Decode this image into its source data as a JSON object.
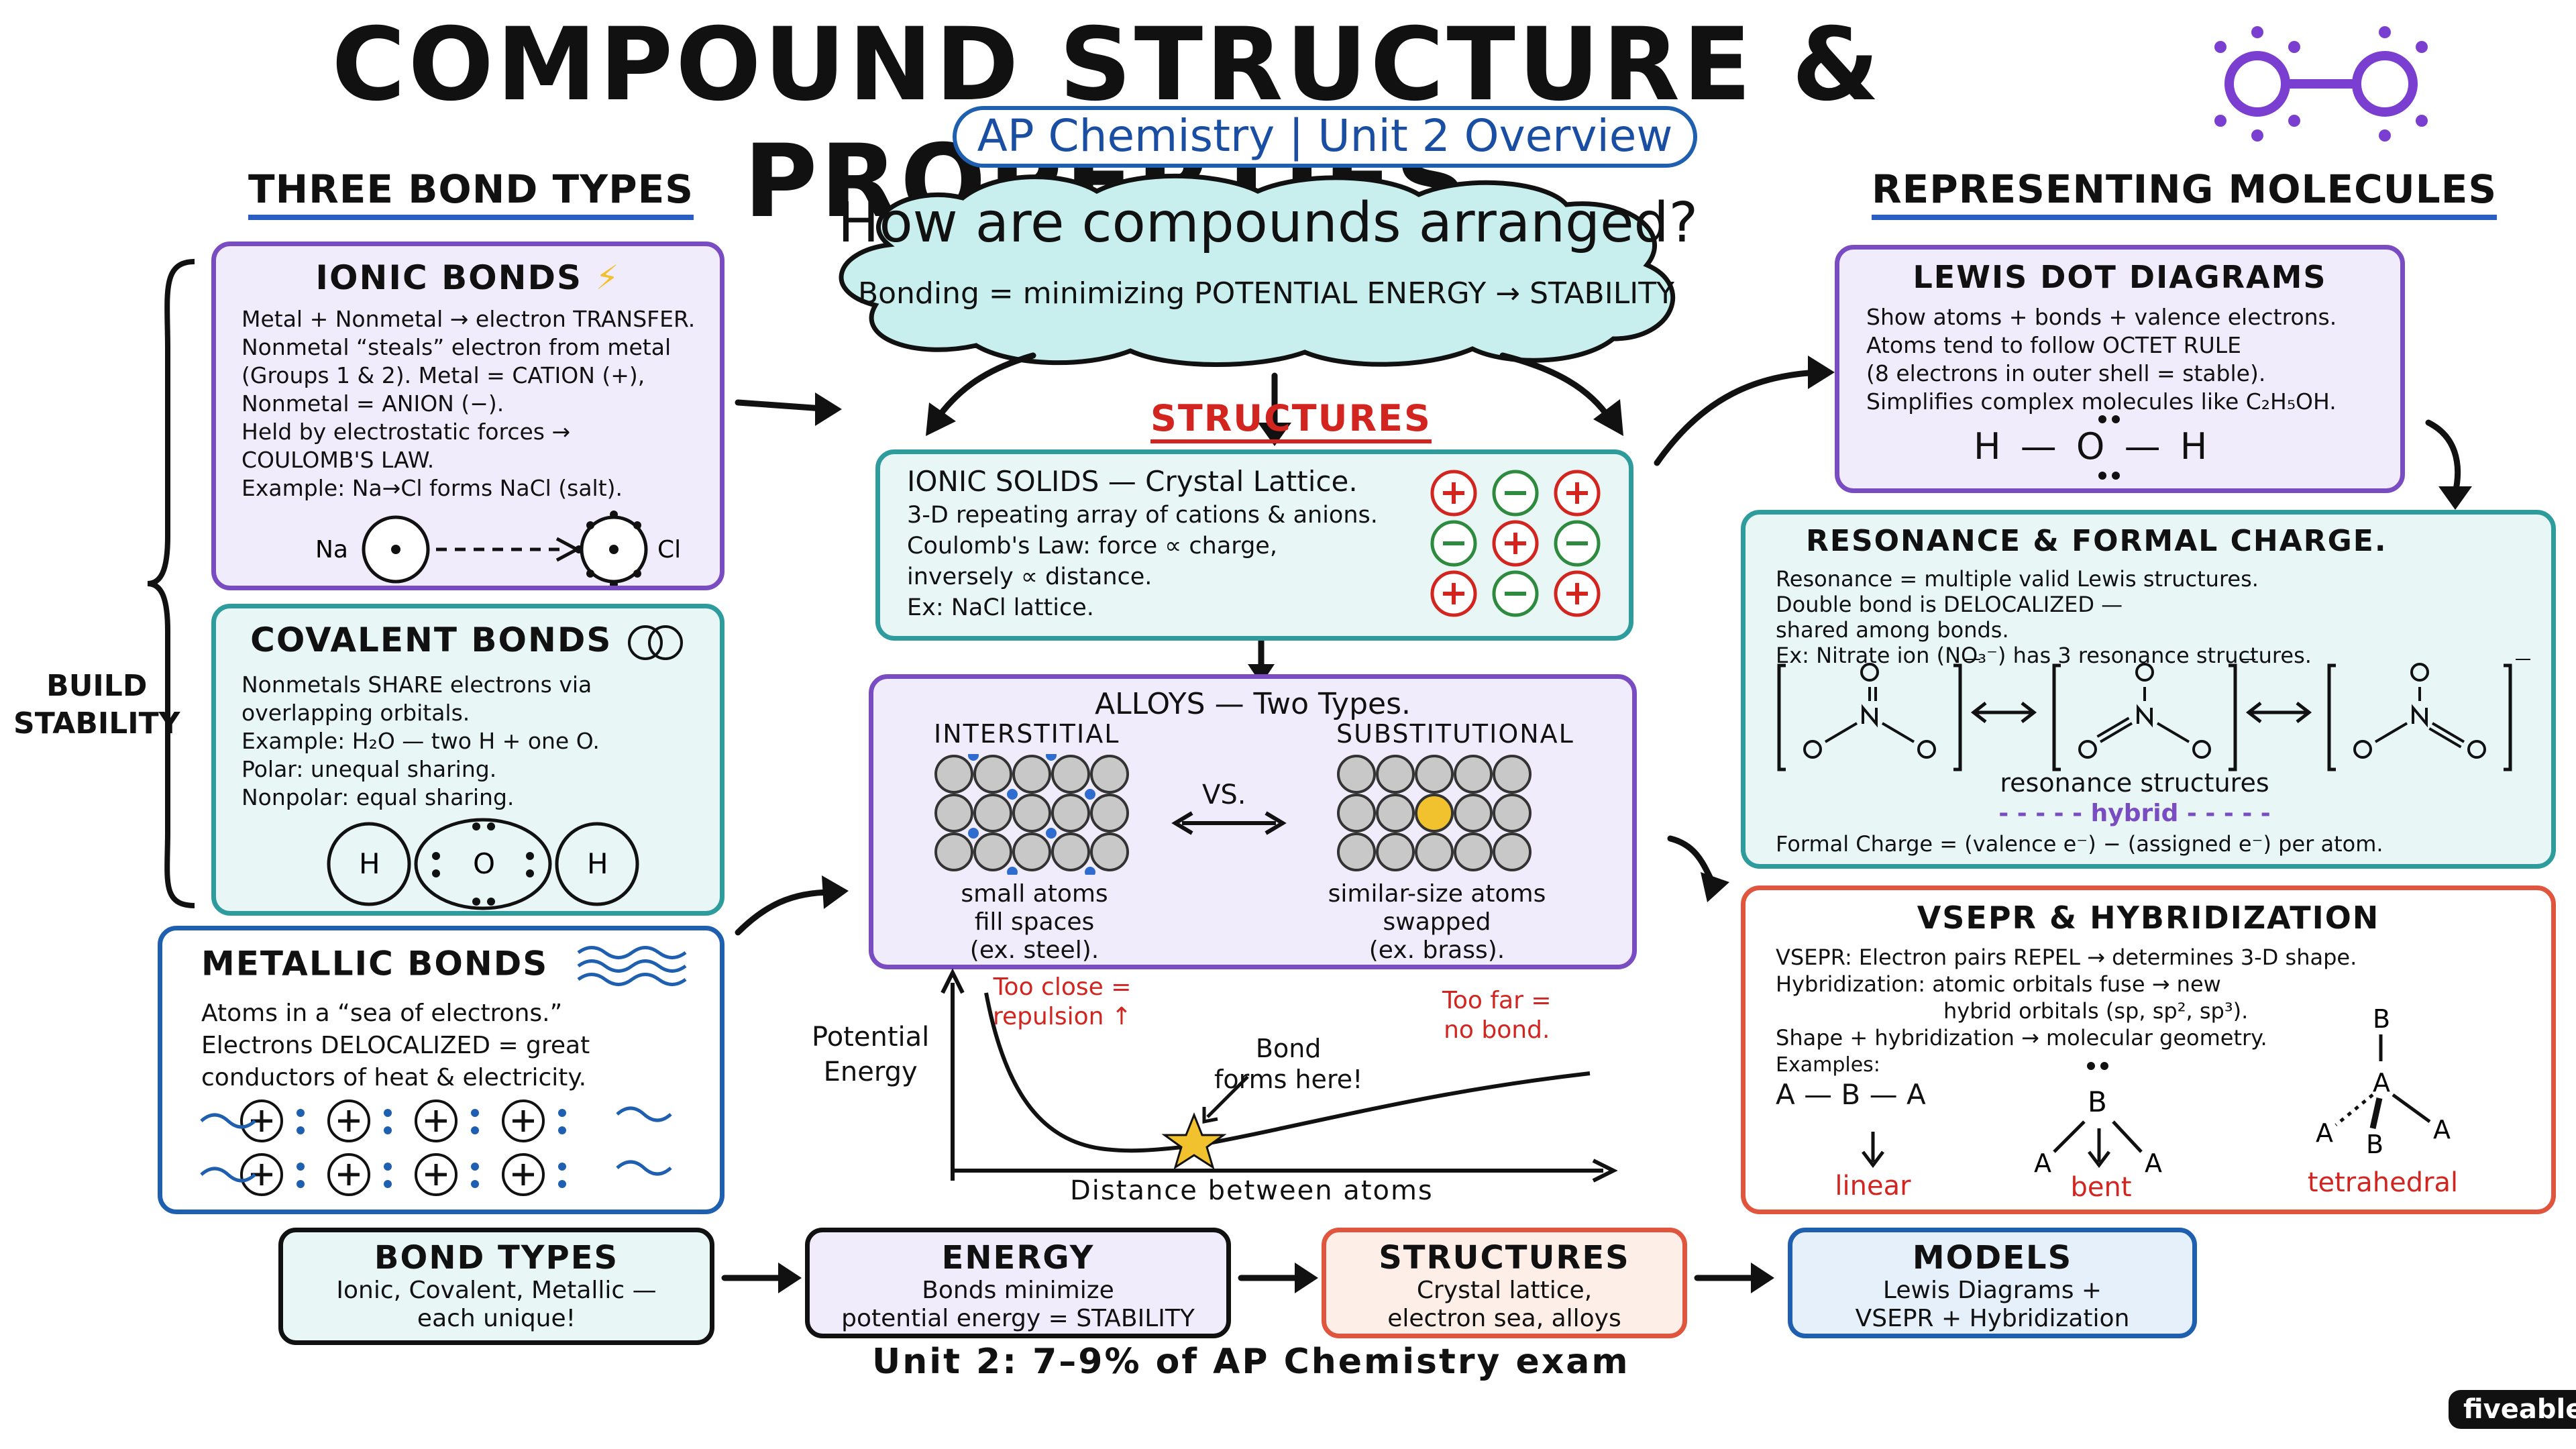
{
  "title": "COMPOUND STRUCTURE & PROPERTIES",
  "subtitle": "AP Chemistry | Unit 2 Overview",
  "left_section": "THREE BOND TYPES",
  "right_section": "REPRESENTING MOLECULES",
  "brace_label": [
    "BUILD",
    "STABILITY"
  ],
  "cloud": {
    "question": "How are compounds arranged?",
    "caption": "Bonding = minimizing POTENTIAL ENERGY → STABILITY."
  },
  "structures_label": "STRUCTURES",
  "ionic": {
    "title": "IONIC BONDS",
    "lines": [
      "Metal + Nonmetal → electron TRANSFER.",
      "Nonmetal “steals” electron from metal",
      "(Groups 1 & 2). Metal = CATION (+),",
      "Nonmetal = ANION (−).",
      "Held by electrostatic forces →",
      "COULOMB'S LAW.",
      "Example: Na→Cl forms NaCl (salt)."
    ],
    "na": "Na",
    "cl": "Cl"
  },
  "covalent": {
    "title": "COVALENT BONDS",
    "lines": [
      "Nonmetals SHARE electrons via",
      "overlapping orbitals.",
      "Example: H₂O — two H + one O.",
      "Polar: unequal sharing.",
      "Nonpolar: equal sharing."
    ],
    "h": "H",
    "o": "O"
  },
  "metallic": {
    "title": "METALLIC BONDS",
    "lines": [
      "Atoms in a “sea of electrons.”",
      "Electrons DELOCALIZED = great",
      "conductors of heat & electricity."
    ]
  },
  "ionic_solids": {
    "title": "IONIC SOLIDS — Crystal Lattice.",
    "lines": [
      "3-D repeating array of cations & anions.",
      "Coulomb's Law: force ∝ charge,",
      "inversely ∝ distance.",
      "Ex: NaCl lattice."
    ],
    "grid": [
      "+",
      "−",
      "+",
      "−",
      "+",
      "−",
      "+",
      "−",
      "+"
    ]
  },
  "alloys": {
    "title": "ALLOYS — Two Types.",
    "interstitial": "INTERSTITIAL",
    "substitutional": "SUBSTITUTIONAL",
    "vs": "VS.",
    "interstitial_caption": [
      "small atoms",
      "fill spaces",
      "(ex. steel)."
    ],
    "substitutional_caption": [
      "similar-size atoms",
      "swapped",
      "(ex. brass)."
    ]
  },
  "energy_graph": {
    "ylabel": [
      "Potential",
      "Energy"
    ],
    "xlabel": "Distance between atoms",
    "too_close": [
      "Too close =",
      "repulsion ↑"
    ],
    "too_far": [
      "Too far =",
      "no bond."
    ],
    "bond_here": [
      "Bond",
      "forms here!"
    ]
  },
  "lewis": {
    "title": "LEWIS DOT DIAGRAMS",
    "lines": [
      "Show atoms + bonds + valence electrons.",
      "Atoms tend to follow OCTET RULE",
      "(8 electrons in outer shell = stable).",
      "Simplifies complex molecules like C₂H₅OH."
    ],
    "formula": "H — O — H"
  },
  "resonance": {
    "title": "RESONANCE & FORMAL CHARGE.",
    "lines": [
      "Resonance = multiple valid Lewis structures.",
      "Double bond is DELOCALIZED —",
      "shared among bonds.",
      "Ex: Nitrate ion (NO₃⁻) has 3 resonance structures."
    ],
    "structures_caption": "resonance structures",
    "hybrid": "hybrid",
    "formal_charge": "Formal Charge = (valence e⁻) − (assigned e⁻) per atom."
  },
  "vsepr": {
    "title": "VSEPR & HYBRIDIZATION",
    "lines": [
      "VSEPR: Electron pairs REPEL → determines 3-D shape.",
      "Hybridization: atomic orbitals fuse → new",
      "hybrid orbitals (sp, sp², sp³).",
      "Shape + hybridization → molecular geometry."
    ],
    "examples_label": "Examples:",
    "linear": "linear",
    "bent": "bent",
    "tetrahedral": "tetrahedral",
    "linear_formula": "A — B — A"
  },
  "flow": [
    {
      "title": "BOND TYPES",
      "lines": [
        "Ionic, Covalent, Metallic —",
        "each unique!"
      ]
    },
    {
      "title": "ENERGY",
      "lines": [
        "Bonds minimize",
        "potential energy = STABILITY"
      ]
    },
    {
      "title": "STRUCTURES",
      "lines": [
        "Crystal lattice,",
        "electron sea, alloys"
      ]
    },
    {
      "title": "MODELS",
      "lines": [
        "Lewis Diagrams +",
        "VSEPR + Hybridization"
      ]
    }
  ],
  "footer": "Unit 2: 7–9% of AP Chemistry exam",
  "brand": "fiveable",
  "colors": {
    "purple": "#7a4cc2",
    "teal": "#2e9c9c",
    "blue": "#1f5fb0",
    "orange": "#e0553d",
    "red": "#d3251f",
    "gold": "#f2c22e"
  }
}
